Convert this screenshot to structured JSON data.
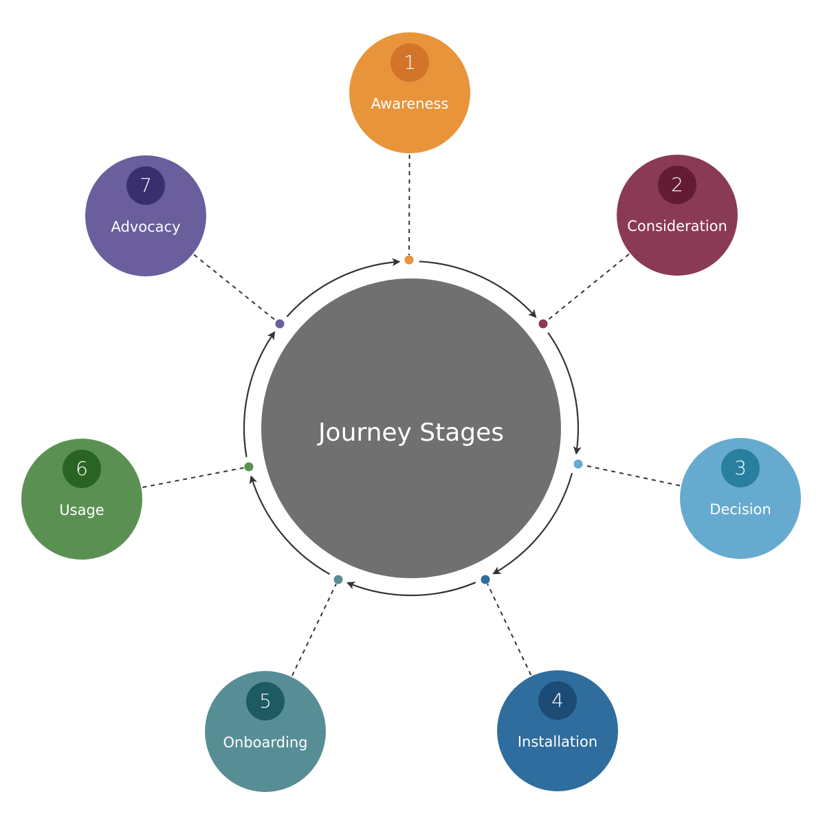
{
  "center": {
    "label": "Journey Stages",
    "color": "#707070"
  },
  "cycle_color": "#333333",
  "stages": [
    {
      "number": "1",
      "name": "Awareness",
      "color": "#E8943A",
      "badge": "#D2742A"
    },
    {
      "number": "2",
      "name": "Consideration",
      "color": "#8A3A55",
      "badge": "#631C33"
    },
    {
      "number": "3",
      "name": "Decision",
      "color": "#66AAD0",
      "badge": "#287FA0"
    },
    {
      "number": "4",
      "name": "Installation",
      "color": "#2E6D9E",
      "badge": "#1C4B76"
    },
    {
      "number": "5",
      "name": "Onboarding",
      "color": "#578E96",
      "badge": "#1D5A62"
    },
    {
      "number": "6",
      "name": "Usage",
      "color": "#5A9152",
      "badge": "#2A6424"
    },
    {
      "number": "7",
      "name": "Advocacy",
      "color": "#6A5E9C",
      "badge": "#392F6E"
    }
  ]
}
